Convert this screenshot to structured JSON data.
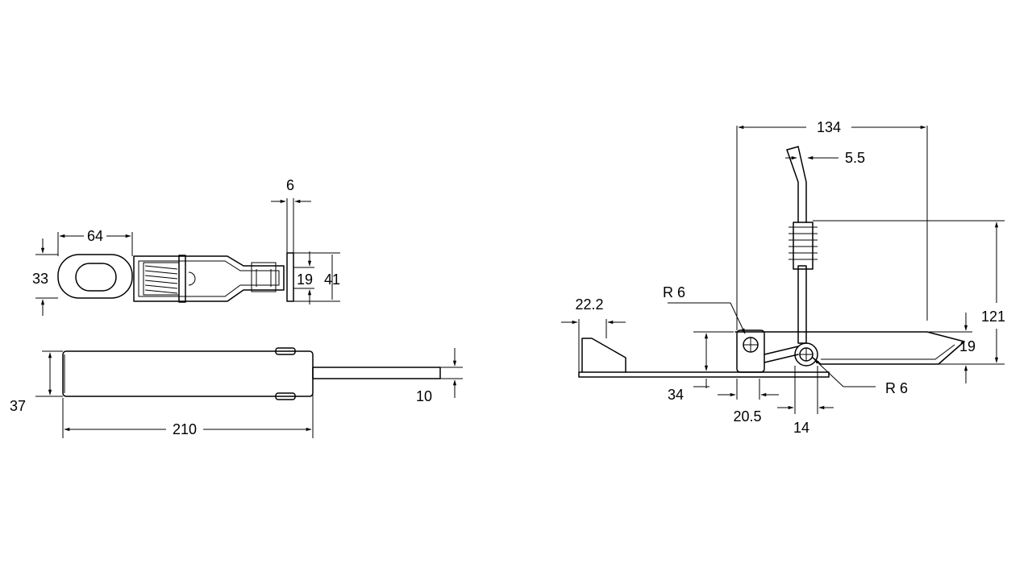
{
  "dimensions": {
    "top_eye_length": "64",
    "top_eye_height": "33",
    "top_plate_thickness": "6",
    "top_inner_height": "19",
    "top_overall_height": "41",
    "side_body_height": "37",
    "side_rod_thickness": "10",
    "side_overall_length": "210",
    "hook_width": "22.2",
    "upper_radius": "R 6",
    "base_height": "34",
    "pivot_offset": "20.5",
    "lever_pivot_width": "14",
    "lever_rod_width": "5.5",
    "lower_radius": "R 6",
    "overall_width": "134",
    "lever_height": "19",
    "overall_height": "121"
  }
}
